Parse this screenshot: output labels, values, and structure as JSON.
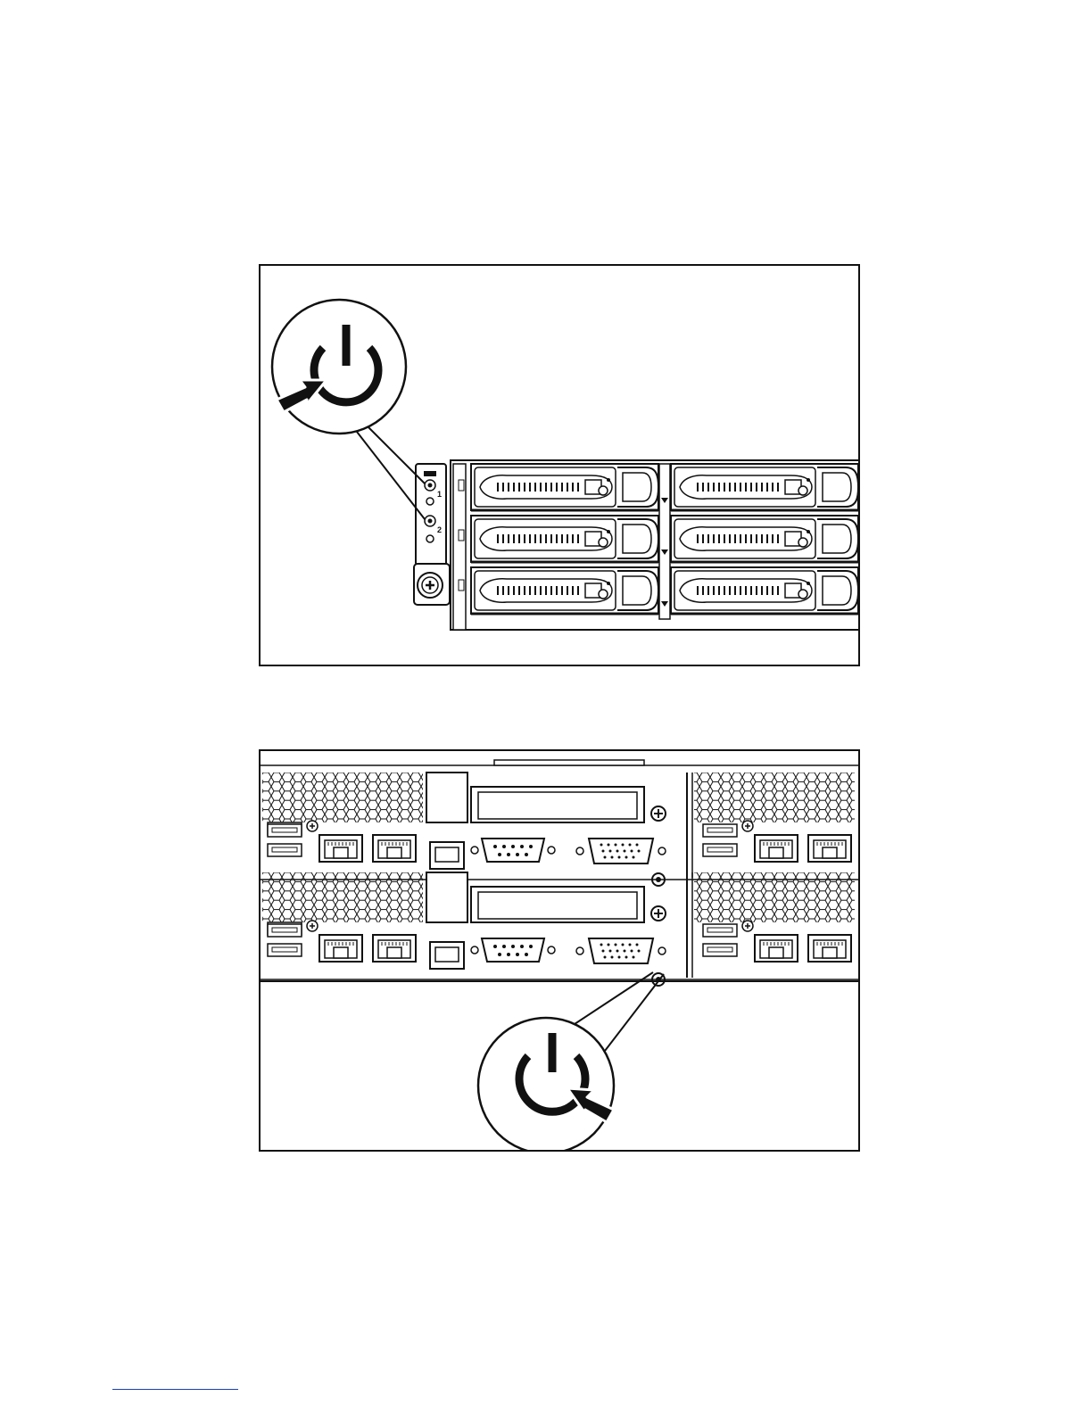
{
  "figures": [
    {
      "id": "front",
      "description_key": "front-panel",
      "bay_labels": [
        "1",
        "2"
      ],
      "drive_rows": 3,
      "drive_cols": 2
    },
    {
      "id": "rear",
      "description_key": "rear-panel",
      "node_rows": 2
    }
  ],
  "colors": {
    "line": "#111111",
    "background": "#ffffff",
    "rule": "#1a3fb5"
  },
  "icons": [
    "power-icon",
    "press-arrow-icon"
  ]
}
